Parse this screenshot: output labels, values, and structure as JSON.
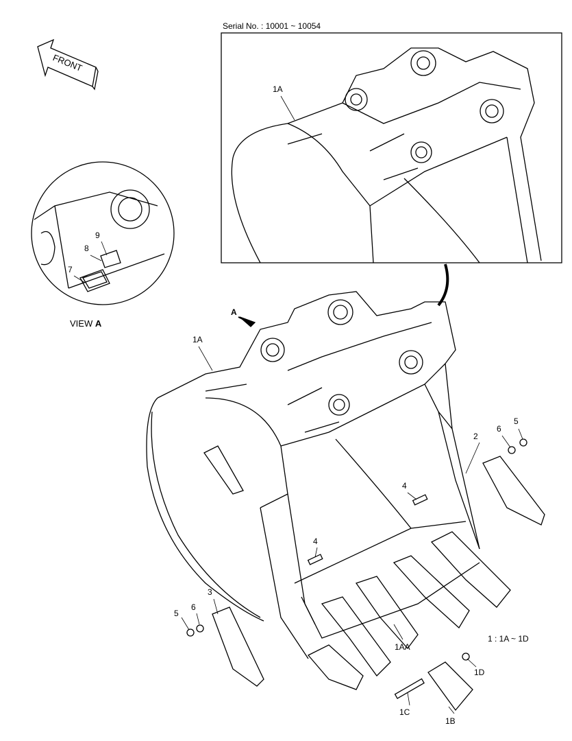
{
  "serial": "Serial No. : 10001 ~ 10054",
  "front_label": "FRONT",
  "view": {
    "prefix": "VIEW ",
    "letter": "A"
  },
  "arrow_letter": "A",
  "parts_note": "1 : 1A ~ 1D",
  "labels": {
    "inset_1a": "1A",
    "main_1a": "1A",
    "p9": "9",
    "p8": "8",
    "p7": "7",
    "p2": "2",
    "p6_right": "6",
    "p5_right": "5",
    "p4_upper": "4",
    "p4_lower": "4",
    "p3": "3",
    "p5_left": "5",
    "p6_left": "6",
    "p1aa": "1AA",
    "p1d": "1D",
    "p1c": "1C",
    "p1b": "1B"
  }
}
